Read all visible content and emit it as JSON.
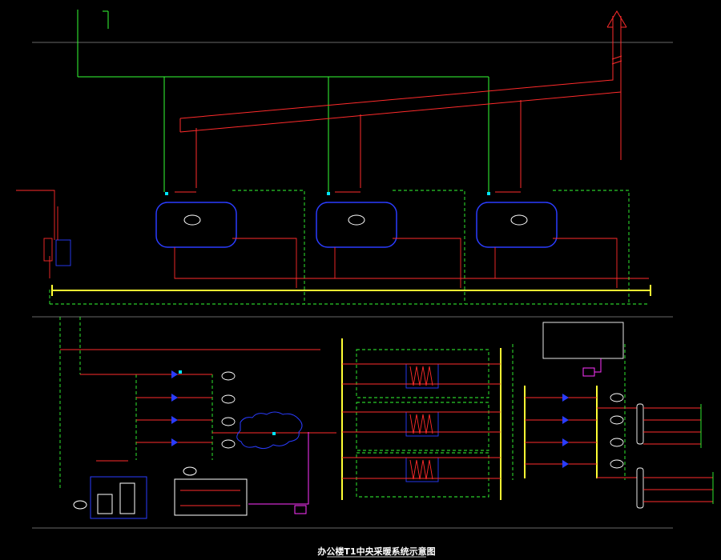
{
  "drawing": {
    "title": "办公楼T1中央采暖系统示意图",
    "boiler_count": 3,
    "exchanger_count": 3,
    "pump_count_left": 4,
    "pump_count_right": 4,
    "colors": {
      "background": "#000000",
      "hot_pipe": "#ff2b2b",
      "green_pipe": "#33ff33",
      "header": "#ffff33",
      "blue_equip": "#2a3cff",
      "cyan": "#00e5ff",
      "magenta": "#ff33ff",
      "floor_line": "#cfcfcf"
    }
  }
}
